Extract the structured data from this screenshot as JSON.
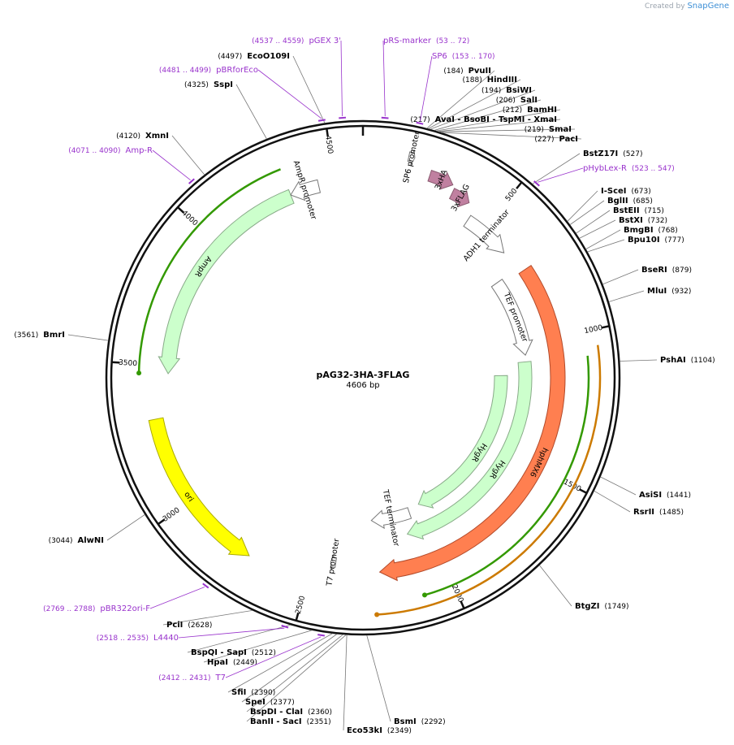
{
  "credit": {
    "prefix": "Created by",
    "brand": "SnapGene"
  },
  "plasmid": {
    "name": "pAG32-3HA-3FLAG",
    "length_label": "4606 bp",
    "length": 4606
  },
  "colors": {
    "backbone": "#111111",
    "site_line": "#777777",
    "primer": "#9933cc",
    "feature_green": "#ccffcc",
    "feature_green_stroke": "#88aa88",
    "feature_orange": "#ff7f50",
    "feature_yellow": "#ffff00",
    "feature_pink": "#c080a0",
    "feature_white": "#ffffff",
    "orf_green": "#339900",
    "orf_orange": "#cc7a00"
  },
  "ticks": [
    {
      "bp": 500,
      "label": "500"
    },
    {
      "bp": 1000,
      "label": "1000"
    },
    {
      "bp": 1500,
      "label": "1500"
    },
    {
      "bp": 2000,
      "label": "2000"
    },
    {
      "bp": 2500,
      "label": "2500"
    },
    {
      "bp": 3000,
      "label": "3000"
    },
    {
      "bp": 3500,
      "label": "3500"
    },
    {
      "bp": 4000,
      "label": "4000"
    },
    {
      "bp": 4500,
      "label": "4500"
    }
  ],
  "sites": [
    {
      "name": "PvuII",
      "pos": "(184)"
    },
    {
      "name": "HindIII",
      "pos": "(188)"
    },
    {
      "name": "BsiWI",
      "pos": "(194)"
    },
    {
      "name": "SalI",
      "pos": "(206)"
    },
    {
      "name": "BamHI",
      "pos": "(212)"
    },
    {
      "name": "AvaI - BsoBI - TspMI - XmaI",
      "pos": "(217)"
    },
    {
      "name": "SmaI",
      "pos": "(219)"
    },
    {
      "name": "PacI",
      "pos": "(227)"
    },
    {
      "name": "BstZ17I",
      "pos": "(527)"
    },
    {
      "name": "I-SceI",
      "pos": "(673)"
    },
    {
      "name": "BglII",
      "pos": "(685)"
    },
    {
      "name": "BstEII",
      "pos": "(715)"
    },
    {
      "name": "BstXI",
      "pos": "(732)"
    },
    {
      "name": "BmgBI",
      "pos": "(768)"
    },
    {
      "name": "Bpu10I",
      "pos": "(777)"
    },
    {
      "name": "BseRI",
      "pos": "(879)"
    },
    {
      "name": "MluI",
      "pos": "(932)"
    },
    {
      "name": "PshAI",
      "pos": "(1104)"
    },
    {
      "name": "AsiSI",
      "pos": "(1441)"
    },
    {
      "name": "RsrII",
      "pos": "(1485)"
    },
    {
      "name": "BtgZI",
      "pos": "(1749)"
    },
    {
      "name": "BsmI",
      "pos": "(2292)"
    },
    {
      "name": "Eco53kI",
      "pos": "(2349)"
    },
    {
      "name": "BanII - SacI",
      "pos": "(2351)"
    },
    {
      "name": "BspDI - ClaI",
      "pos": "(2360)"
    },
    {
      "name": "SpeI",
      "pos": "(2377)"
    },
    {
      "name": "SfiI",
      "pos": "(2390)"
    },
    {
      "name": "HpaI",
      "pos": "(2449)"
    },
    {
      "name": "BspQI - SapI",
      "pos": "(2512)"
    },
    {
      "name": "PciI",
      "pos": "(2628)"
    },
    {
      "name": "AlwNI",
      "pos": "(3044)"
    },
    {
      "name": "BmrI",
      "pos": "(3561)"
    },
    {
      "name": "XmnI",
      "pos": "(4120)"
    },
    {
      "name": "SspI",
      "pos": "(4325)"
    },
    {
      "name": "EcoO109I",
      "pos": "(4497)"
    }
  ],
  "primers": [
    {
      "name": "pRS-marker",
      "pos": "(53 .. 72)"
    },
    {
      "name": "SP6",
      "pos": "(153 .. 170)"
    },
    {
      "name": "pHybLex-R",
      "pos": "(523 .. 547)"
    },
    {
      "name": "pGEX 3'",
      "pos": "(4537 .. 4559)"
    },
    {
      "name": "pBRforEco",
      "pos": "(4481 .. 4499)"
    },
    {
      "name": "Amp-R",
      "pos": "(4071 .. 4090)"
    },
    {
      "name": "pBR322ori-F",
      "pos": "(2769 .. 2788)"
    },
    {
      "name": "L4440",
      "pos": "(2518 .. 2535)"
    },
    {
      "name": "T7",
      "pos": "(2412 .. 2431)"
    }
  ],
  "features": [
    {
      "label": "SP6 promoter",
      "start": 150,
      "end": 170,
      "dir": 1
    },
    {
      "label": "3xHA",
      "start": 234,
      "end": 320,
      "dir": 1
    },
    {
      "label": "3xFLAG",
      "start": 330,
      "end": 400,
      "dir": 1
    },
    {
      "label": "ADH1 terminator",
      "start": 430,
      "end": 620,
      "dir": 1
    },
    {
      "label": "TEF promoter",
      "start": 700,
      "end": 1050,
      "dir": 1
    },
    {
      "label": "hphMX6",
      "start": 720,
      "end": 2240,
      "dir": 1
    },
    {
      "label": "HygR",
      "start": 1080,
      "end": 2100,
      "dir": 1
    },
    {
      "label": "HygR",
      "start": 1140,
      "end": 2000,
      "dir": 1
    },
    {
      "label": "TEF terminator",
      "start": 2060,
      "end": 2260,
      "dir": 1
    },
    {
      "label": "T7 promoter",
      "start": 2410,
      "end": 2430,
      "dir": 1
    },
    {
      "label": "ori",
      "start": 2720,
      "end": 3310,
      "dir": -1
    },
    {
      "label": "AmpR",
      "start": 3470,
      "end": 4330,
      "dir": -1
    },
    {
      "label": "AmpR promoter",
      "start": 4330,
      "end": 4440,
      "dir": -1
    }
  ],
  "orfs": [
    {
      "label": "ORF green",
      "start": 1080,
      "end": 2100,
      "dir": 1
    },
    {
      "label": "ORF orange",
      "start": 1050,
      "end": 2260,
      "dir": 1
    },
    {
      "label": "ORF AmpR",
      "start": 3470,
      "end": 4330,
      "dir": -1
    }
  ],
  "primer_marks": [
    {
      "label": "pRS-marker",
      "bp": 62
    },
    {
      "label": "SP6",
      "bp": 161
    },
    {
      "label": "pHybLex-R",
      "bp": 535
    },
    {
      "label": "pGEX 3'",
      "bp": 4548
    },
    {
      "label": "pBRforEco",
      "bp": 4490
    },
    {
      "label": "Amp-R",
      "bp": 4080
    },
    {
      "label": "pBR322ori-F",
      "bp": 2778
    },
    {
      "label": "L4440",
      "bp": 2526
    },
    {
      "label": "T7",
      "bp": 2421
    }
  ]
}
